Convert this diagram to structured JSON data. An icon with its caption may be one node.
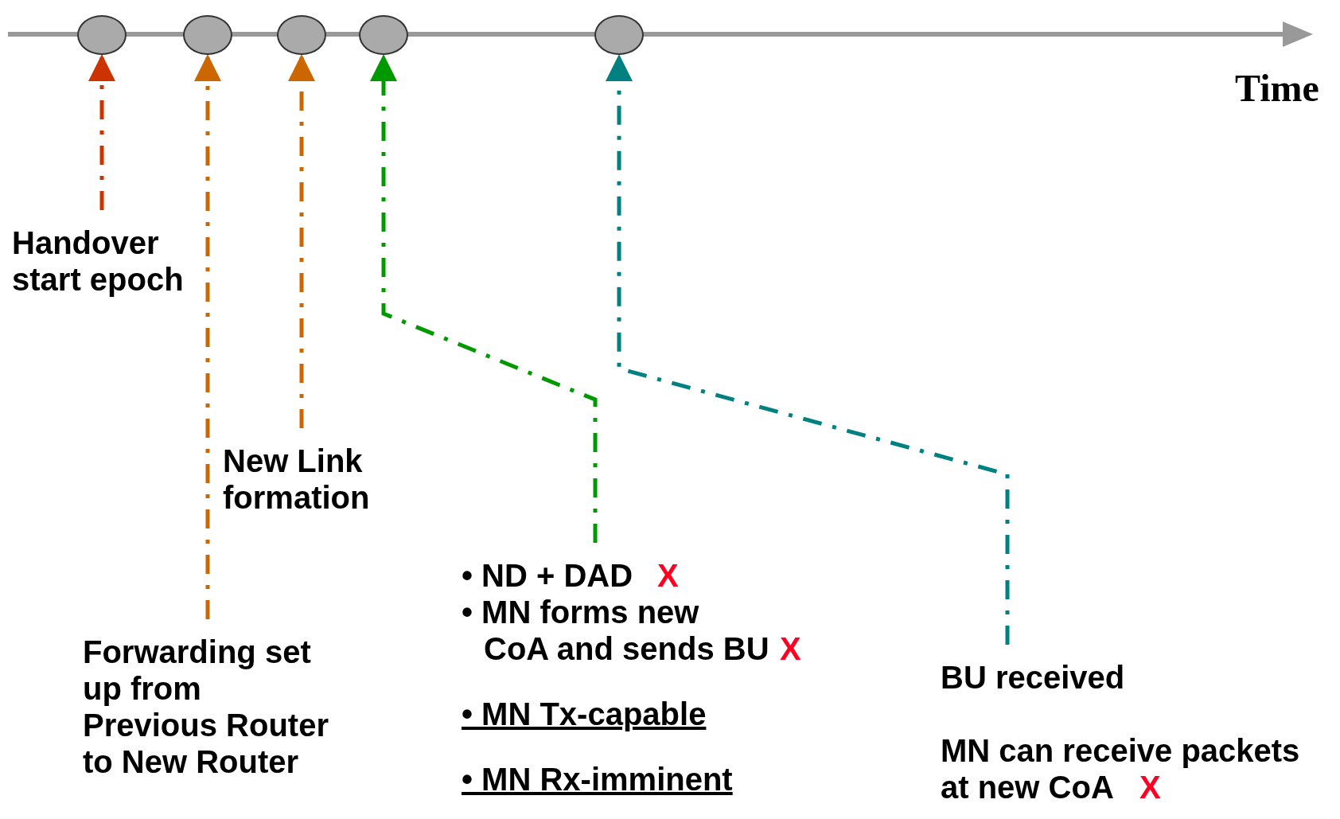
{
  "diagram": {
    "nodes": [
      {
        "text": [],
        "shape": "ellipse"
      },
      {
        "text": [],
        "shape": "ellipse"
      },
      {
        "text": [],
        "shape": "ellipse"
      },
      {
        "text": [],
        "shape": "ellipse"
      },
      {
        "text": [],
        "shape": "ellipse"
      },
      {
        "text": [
          "Handover start epoch"
        ]
      },
      {
        "text": [
          "New Link formation"
        ]
      },
      {
        "text": [
          "Forwarding set up from Previous Router to New Router"
        ]
      },
      {
        "text": [
          "• ND + DAD",
          "• MN forms new CoA and sends BU",
          "• MN Tx-capable",
          "• MN Rx-imminent"
        ]
      },
      {
        "text": [
          "BU received",
          "MN can receive packets at new CoA"
        ]
      }
    ],
    "edges": [
      {
        "from": 5,
        "to": 0,
        "arrow": "to",
        "style": "dashed",
        "color": "#cc3300"
      },
      {
        "from": 7,
        "to": 1,
        "arrow": "to",
        "style": "dashed",
        "color": "#cc6600"
      },
      {
        "from": 6,
        "to": 2,
        "arrow": "to",
        "style": "dashed",
        "color": "#cc6600"
      },
      {
        "from": 8,
        "to": 3,
        "arrow": "to",
        "style": "dashed",
        "color": "#009900"
      },
      {
        "from": 9,
        "to": 4,
        "arrow": "to",
        "style": "dashed",
        "color": "#008080"
      }
    ],
    "labels": [
      "Time",
      "X",
      "X",
      "X"
    ]
  }
}
